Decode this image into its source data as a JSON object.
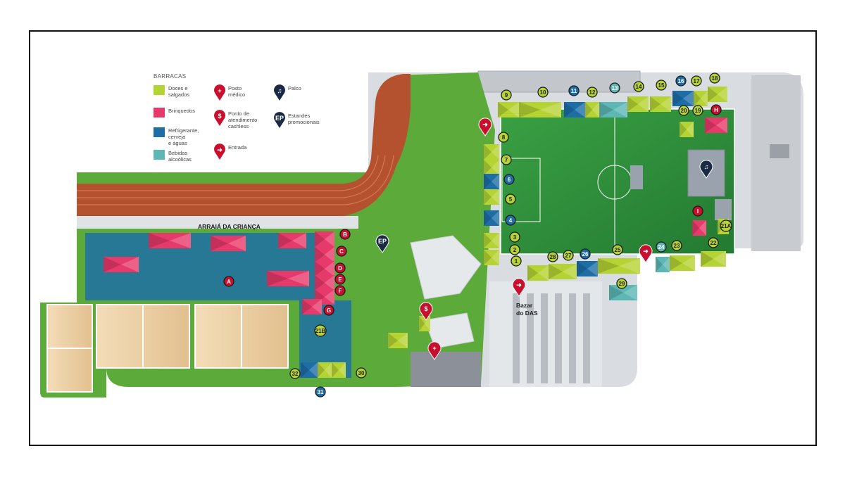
{
  "legend": {
    "title": "BARRACAS",
    "items": [
      {
        "label": "Doces e salgados",
        "lines": [
          "Doces e",
          "salgados"
        ],
        "color": "#b6d334",
        "icon": "swatch"
      },
      {
        "label": "Brinquedos",
        "lines": [
          "Brinquedos"
        ],
        "color": "#e63a6a",
        "icon": "swatch"
      },
      {
        "label": "Refrigerante, cerveja e águas",
        "lines": [
          "Refrigerante,",
          "cerveja",
          "e águas"
        ],
        "color": "#1d6ea6",
        "icon": "swatch"
      },
      {
        "label": "Bebidas alcoólicas",
        "lines": [
          "Bebidas",
          "alcoólicas"
        ],
        "color": "#5cb7b5",
        "icon": "swatch"
      },
      {
        "label": "Posto médico",
        "lines": [
          "Posto",
          "médico"
        ],
        "color": "#c8102e",
        "icon": "plus-pin-icon"
      },
      {
        "label": "Ponto de atendimento cashless",
        "lines": [
          "Ponto de",
          "atendimento",
          "cashless"
        ],
        "color": "#c8102e",
        "icon": "dollar-pin-icon"
      },
      {
        "label": "Entrada",
        "lines": [
          "Entrada"
        ],
        "color": "#c8102e",
        "icon": "arrow-pin-icon"
      },
      {
        "label": "Palco",
        "lines": [
          "Palco"
        ],
        "color": "#1b2a44",
        "icon": "music-pin-icon"
      },
      {
        "label": "Estandes promocionais",
        "lines": [
          "Estandes",
          "promocionais"
        ],
        "color": "#1b2a44",
        "icon": "ep-pin-icon"
      }
    ]
  },
  "places": {
    "arraia": "ARRAIÁ DA CRIANÇA",
    "bazar_line1": "Bazar",
    "bazar_line2": "do DAS"
  },
  "markers": {
    "green": [
      "1",
      "2",
      "3",
      "5",
      "7",
      "8",
      "9",
      "10",
      "12",
      "14",
      "15",
      "17",
      "18",
      "19",
      "20",
      "21A",
      "21B",
      "22",
      "23",
      "25",
      "27",
      "28",
      "29",
      "30",
      "32"
    ],
    "blue": [
      "4",
      "6",
      "11",
      "16",
      "26",
      "31"
    ],
    "teal": [
      "13",
      "24"
    ],
    "red": [
      "A",
      "B",
      "C",
      "D",
      "E",
      "F",
      "G",
      "H",
      "I"
    ],
    "pins": [
      "EP",
      "$",
      "+",
      "→"
    ]
  },
  "colors": {
    "doces": "#b6d334",
    "brinquedos": "#e63a6a",
    "refrigerante": "#1d6ea6",
    "bebidas": "#5cb7b5",
    "pin_red": "#c8102e",
    "pin_navy": "#1b2a44",
    "grass": "#5cab3a",
    "field": "#2f8f3a",
    "track": "#b4522f",
    "pavement": "#d9dde2",
    "sand": "#efd5ad"
  }
}
